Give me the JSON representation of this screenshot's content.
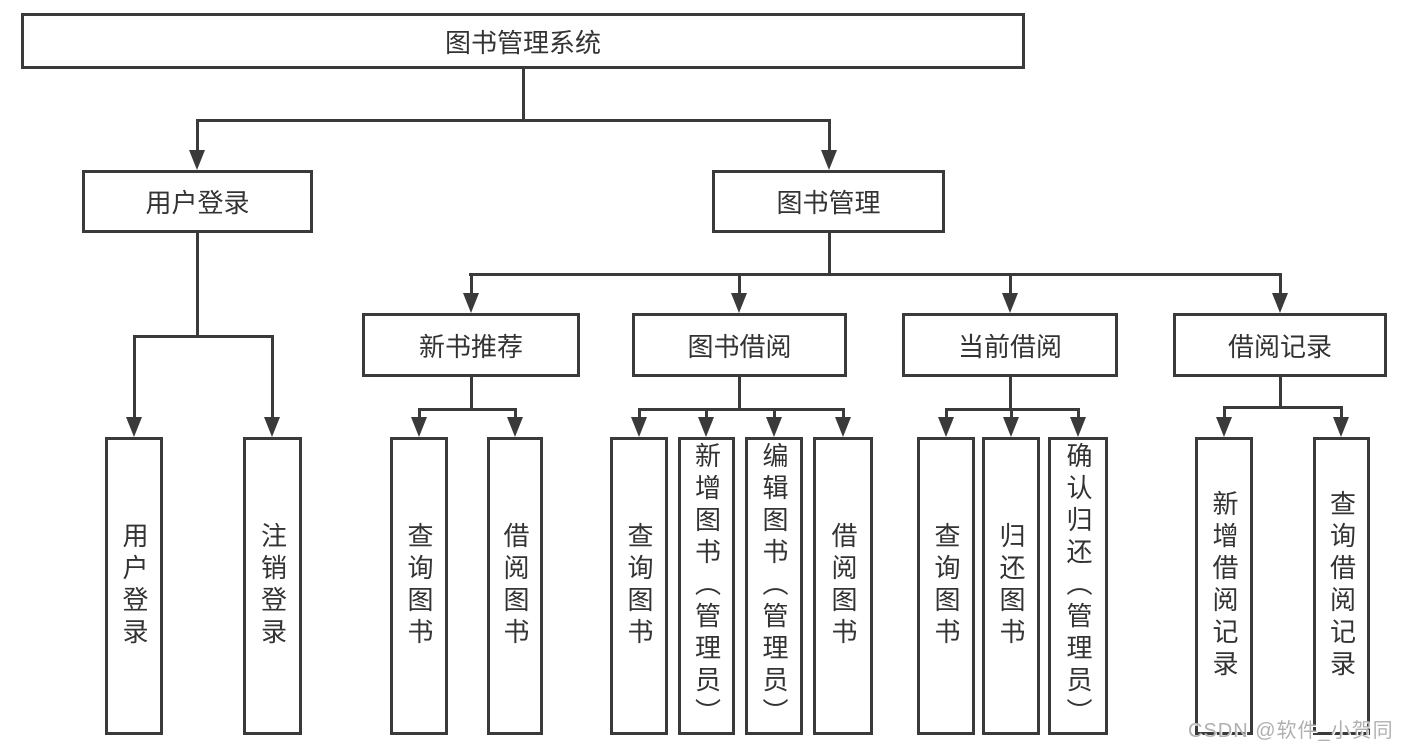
{
  "diagram": {
    "root": {
      "label": "图书管理系统"
    },
    "level2": {
      "user_login": {
        "label": "用户登录"
      },
      "book_mgmt": {
        "label": "图书管理"
      }
    },
    "level3": {
      "new_book": {
        "label": "新书推荐"
      },
      "borrow": {
        "label": "图书借阅"
      },
      "current": {
        "label": "当前借阅"
      },
      "records": {
        "label": "借阅记录"
      }
    },
    "leaves": {
      "user_login_leaf": {
        "label": "用户登录"
      },
      "logout": {
        "label": "注销登录"
      },
      "nb_query": {
        "label": "查询图书"
      },
      "nb_borrow": {
        "label": "借阅图书"
      },
      "bw_query": {
        "label": "查询图书"
      },
      "bw_add": {
        "label": "新增图书（管理员）"
      },
      "bw_edit": {
        "label": "编辑图书（管理员）"
      },
      "bw_borrow": {
        "label": "借阅图书"
      },
      "cur_query": {
        "label": "查询图书"
      },
      "cur_return": {
        "label": "归还图书"
      },
      "cur_confirm": {
        "label": "确认归还（管理员）"
      },
      "rec_add": {
        "label": "新增借阅记录"
      },
      "rec_query": {
        "label": "查询借阅记录"
      }
    }
  },
  "watermark": {
    "text": "CSDN @软件_小贺同学"
  },
  "colors": {
    "line": "#3a3a3a",
    "text": "#333333",
    "watermark": "#b0b0b0",
    "background": "#ffffff"
  }
}
